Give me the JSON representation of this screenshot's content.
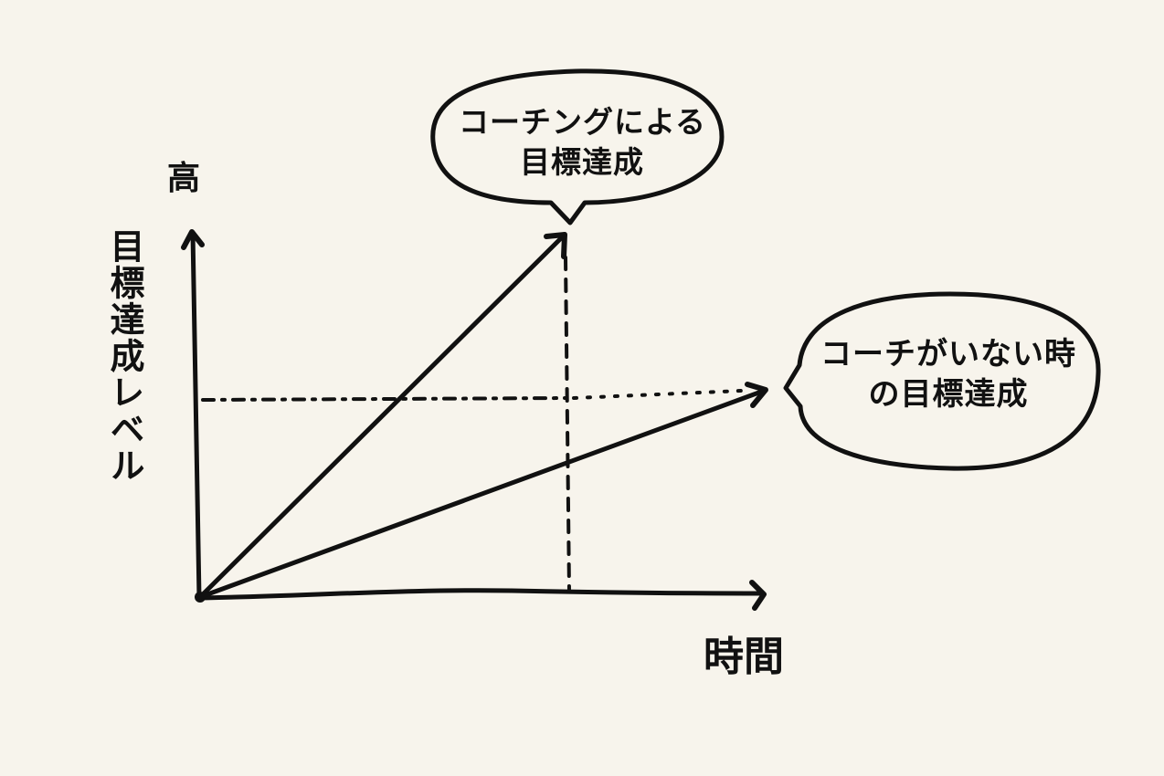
{
  "diagram": {
    "type": "conceptual-line-chart",
    "style": "hand-drawn",
    "colors": {
      "background": "#f7f4ec",
      "ink": "#111111"
    },
    "axes": {
      "y": {
        "high_marker": "高",
        "label": "目標達成レベル"
      },
      "x": {
        "label": "時間"
      }
    },
    "series": [
      {
        "name": "with-coaching",
        "bubble_line1": "コーチングによる",
        "bubble_line2": "目標達成",
        "slope": "steep"
      },
      {
        "name": "without-coach",
        "bubble_line1": "コーチがいない時",
        "bubble_line2": "の目標達成",
        "slope": "shallow"
      }
    ],
    "guides": {
      "horizontal_dashed": "level reached without coach",
      "vertical_dashed": "time reached with coaching"
    }
  }
}
